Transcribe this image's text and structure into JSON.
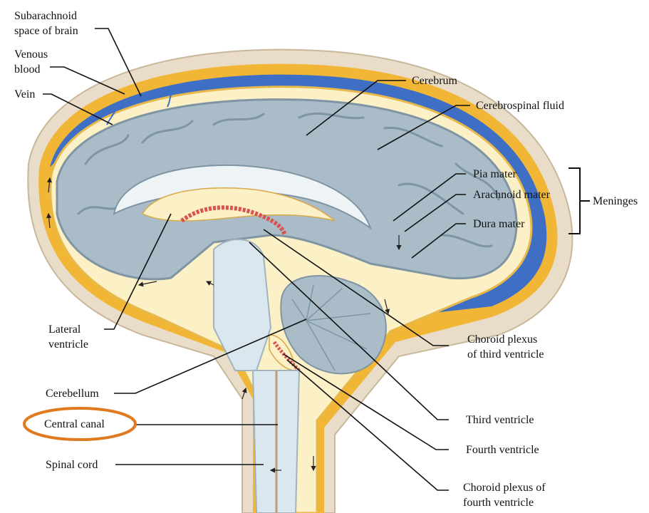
{
  "labels": {
    "subarachnoid_space_line1": "Subarachnoid",
    "subarachnoid_space_line2": "space of brain",
    "venous_blood_line1": "Venous",
    "venous_blood_line2": "blood",
    "vein": "Vein",
    "cerebrum": "Cerebrum",
    "cerebrospinal_fluid": "Cerebrospinal fluid",
    "pia_mater": "Pia mater",
    "arachnoid_mater": "Arachnoid mater",
    "dura_mater": "Dura mater",
    "meninges": "Meninges",
    "lateral_ventricle_line1": "Lateral",
    "lateral_ventricle_line2": "ventricle",
    "choroid_plexus_third_line1": "Choroid plexus",
    "choroid_plexus_third_line2": "of third ventricle",
    "cerebellum": "Cerebellum",
    "central_canal": "Central canal",
    "third_ventricle": "Third ventricle",
    "fourth_ventricle": "Fourth ventricle",
    "spinal_cord": "Spinal cord",
    "choroid_plexus_fourth_line1": "Choroid plexus of",
    "choroid_plexus_fourth_line2": "fourth ventricle"
  },
  "highlight": {
    "target": "central_canal",
    "color": "#e07a1f"
  },
  "colors": {
    "skull": "#e9ddc9",
    "dura": "#f2b636",
    "venous_blood": "#3f6fc4",
    "csf": "#fbf0c6",
    "brain": "#a9bcc8",
    "brain_dark": "#7f95a3",
    "choroid": "#d9534f",
    "spinal": "#dbe7ee"
  }
}
